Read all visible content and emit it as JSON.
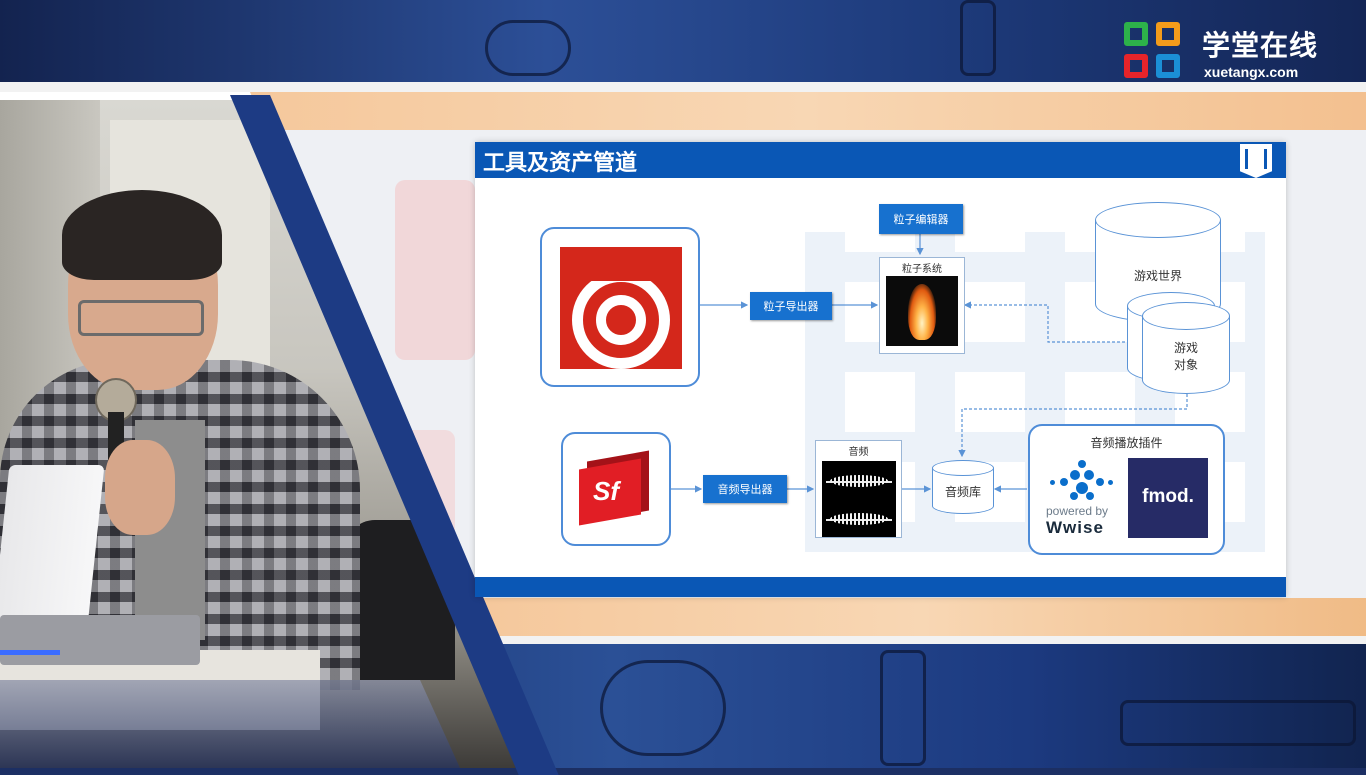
{
  "logo": {
    "name": "学堂在线",
    "url": "xuetangx.com",
    "colors": [
      "#2db24a",
      "#e7242a",
      "#1b8fd6",
      "#f39b1b"
    ]
  },
  "slide": {
    "title": "工具及资产管道",
    "nodes": {
      "particle_exporter": "粒子导出器",
      "particle_editor": "粒子编辑器",
      "particle_system": "粒子系统",
      "audio_exporter": "音频导出器",
      "audio": "音频",
      "audio_library": "音频库",
      "game_world": "游戏世界",
      "game_object_line1": "游戏",
      "game_object_line2": "对象",
      "audio_plugin": "音频播放插件"
    },
    "apps": {
      "houdini": "houdini-logo-icon",
      "substance": "Sf"
    },
    "plugins": {
      "wwise_powered": "powered by",
      "wwise_name": "Wwise",
      "fmod_name": "fmod."
    },
    "accent": "#0a57b5"
  }
}
